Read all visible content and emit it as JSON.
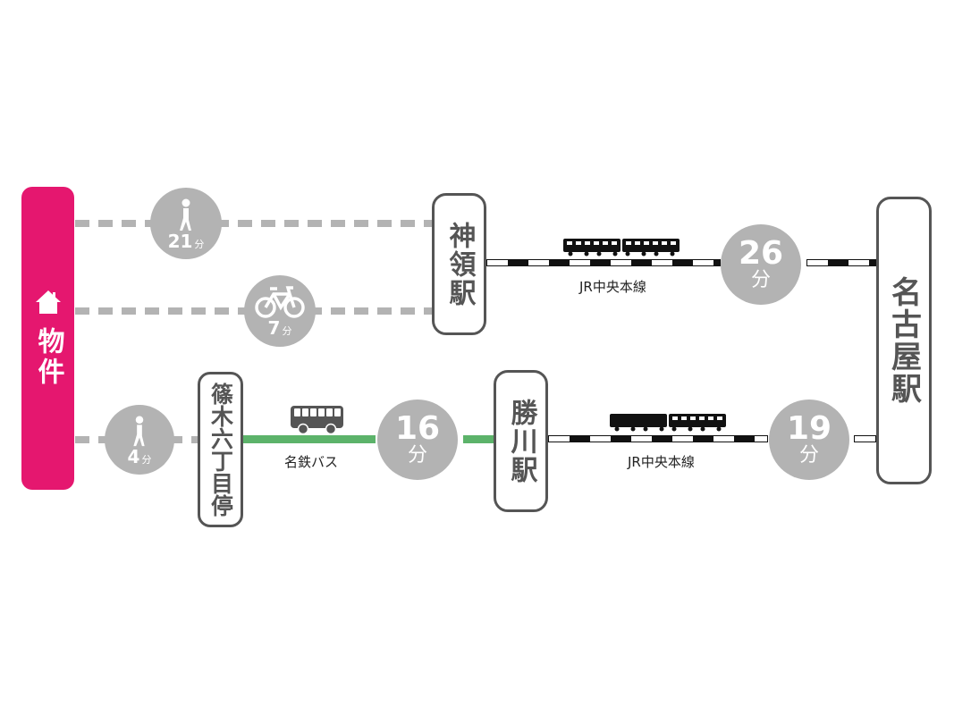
{
  "property": {
    "label": "物件",
    "icon": "house-icon",
    "color": "#e5176f"
  },
  "stations": {
    "kamiryo": "神領駅",
    "shinoki": "篠木六丁目停",
    "katsukawa": "勝川駅",
    "nagoya": "名古屋駅"
  },
  "routes": {
    "walk_kamiryo": {
      "mode": "walk",
      "icon": "walking-person-icon",
      "minutes": "21",
      "unit": "分"
    },
    "bike_kamiryo": {
      "mode": "bicycle",
      "icon": "bicycle-icon",
      "minutes": "7",
      "unit": "分"
    },
    "walk_shinoki": {
      "mode": "walk",
      "icon": "walking-person-icon",
      "minutes": "4",
      "unit": "分"
    },
    "bus": {
      "line": "名鉄バス",
      "icon": "bus-icon",
      "minutes": "16",
      "unit": "分",
      "color": "#5cb36a"
    },
    "train_kamiryo_nagoya": {
      "line": "JR中央本線",
      "icon": "train-icon",
      "minutes": "26",
      "unit": "分"
    },
    "train_katsukawa_nagoya": {
      "line": "JR中央本線",
      "icon": "train-icon",
      "minutes": "19",
      "unit": "分"
    }
  },
  "colors": {
    "circle": "#b3b3b3",
    "station_border": "#555555",
    "walk_dash": "#b3b3b3"
  }
}
